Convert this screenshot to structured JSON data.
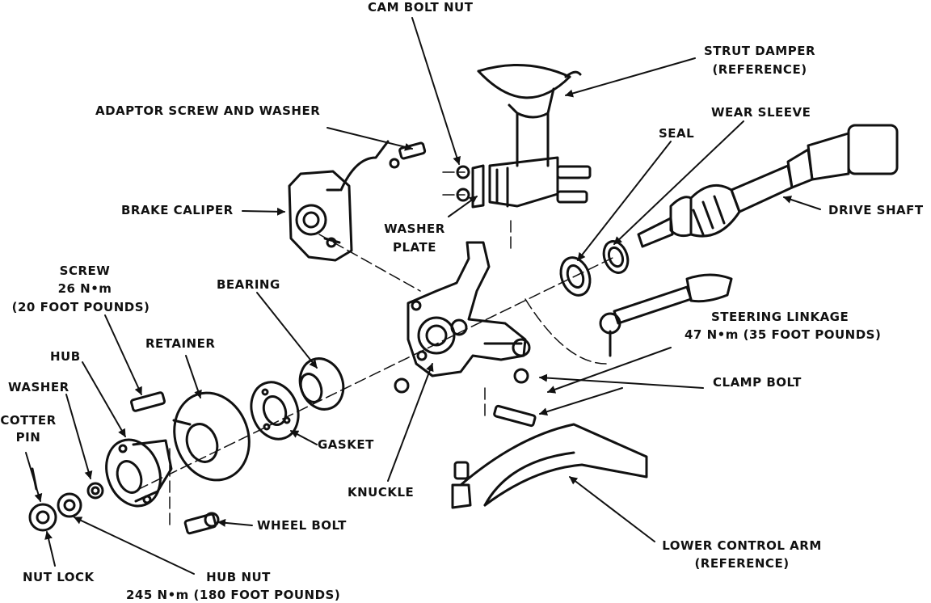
{
  "colors": {
    "ink": "#111111",
    "paper": "#ffffff"
  },
  "labels": {
    "cam_bolt_nut": "CAM BOLT NUT",
    "strut_damper": "STRUT DAMPER",
    "strut_damper_ref": "(REFERENCE)",
    "adaptor_screw": "ADAPTOR SCREW AND WASHER",
    "wear_sleeve": "WEAR SLEEVE",
    "seal": "SEAL",
    "brake_caliper": "BRAKE CALIPER",
    "drive_shaft": "DRIVE SHAFT",
    "washer_plate_1": "WASHER",
    "washer_plate_2": "PLATE",
    "screw": "SCREW",
    "screw_torque_nm": "26 N•m",
    "screw_torque_ft": "(20 FOOT POUNDS)",
    "bearing": "BEARING",
    "steering_linkage": "STEERING LINKAGE",
    "steering_torque": "47 N•m (35 FOOT POUNDS)",
    "retainer": "RETAINER",
    "hub": "HUB",
    "washer": "WASHER",
    "clamp_bolt": "CLAMP BOLT",
    "cotter_pin_1": "COTTER",
    "cotter_pin_2": "PIN",
    "gasket": "GASKET",
    "knuckle": "KNUCKLE",
    "wheel_bolt": "WHEEL BOLT",
    "lower_control_arm": "LOWER CONTROL ARM",
    "lower_control_arm_ref": "(REFERENCE)",
    "nut_lock": "NUT LOCK",
    "hub_nut": "HUB NUT",
    "hub_nut_torque": "245 N•m (180 FOOT POUNDS)"
  }
}
